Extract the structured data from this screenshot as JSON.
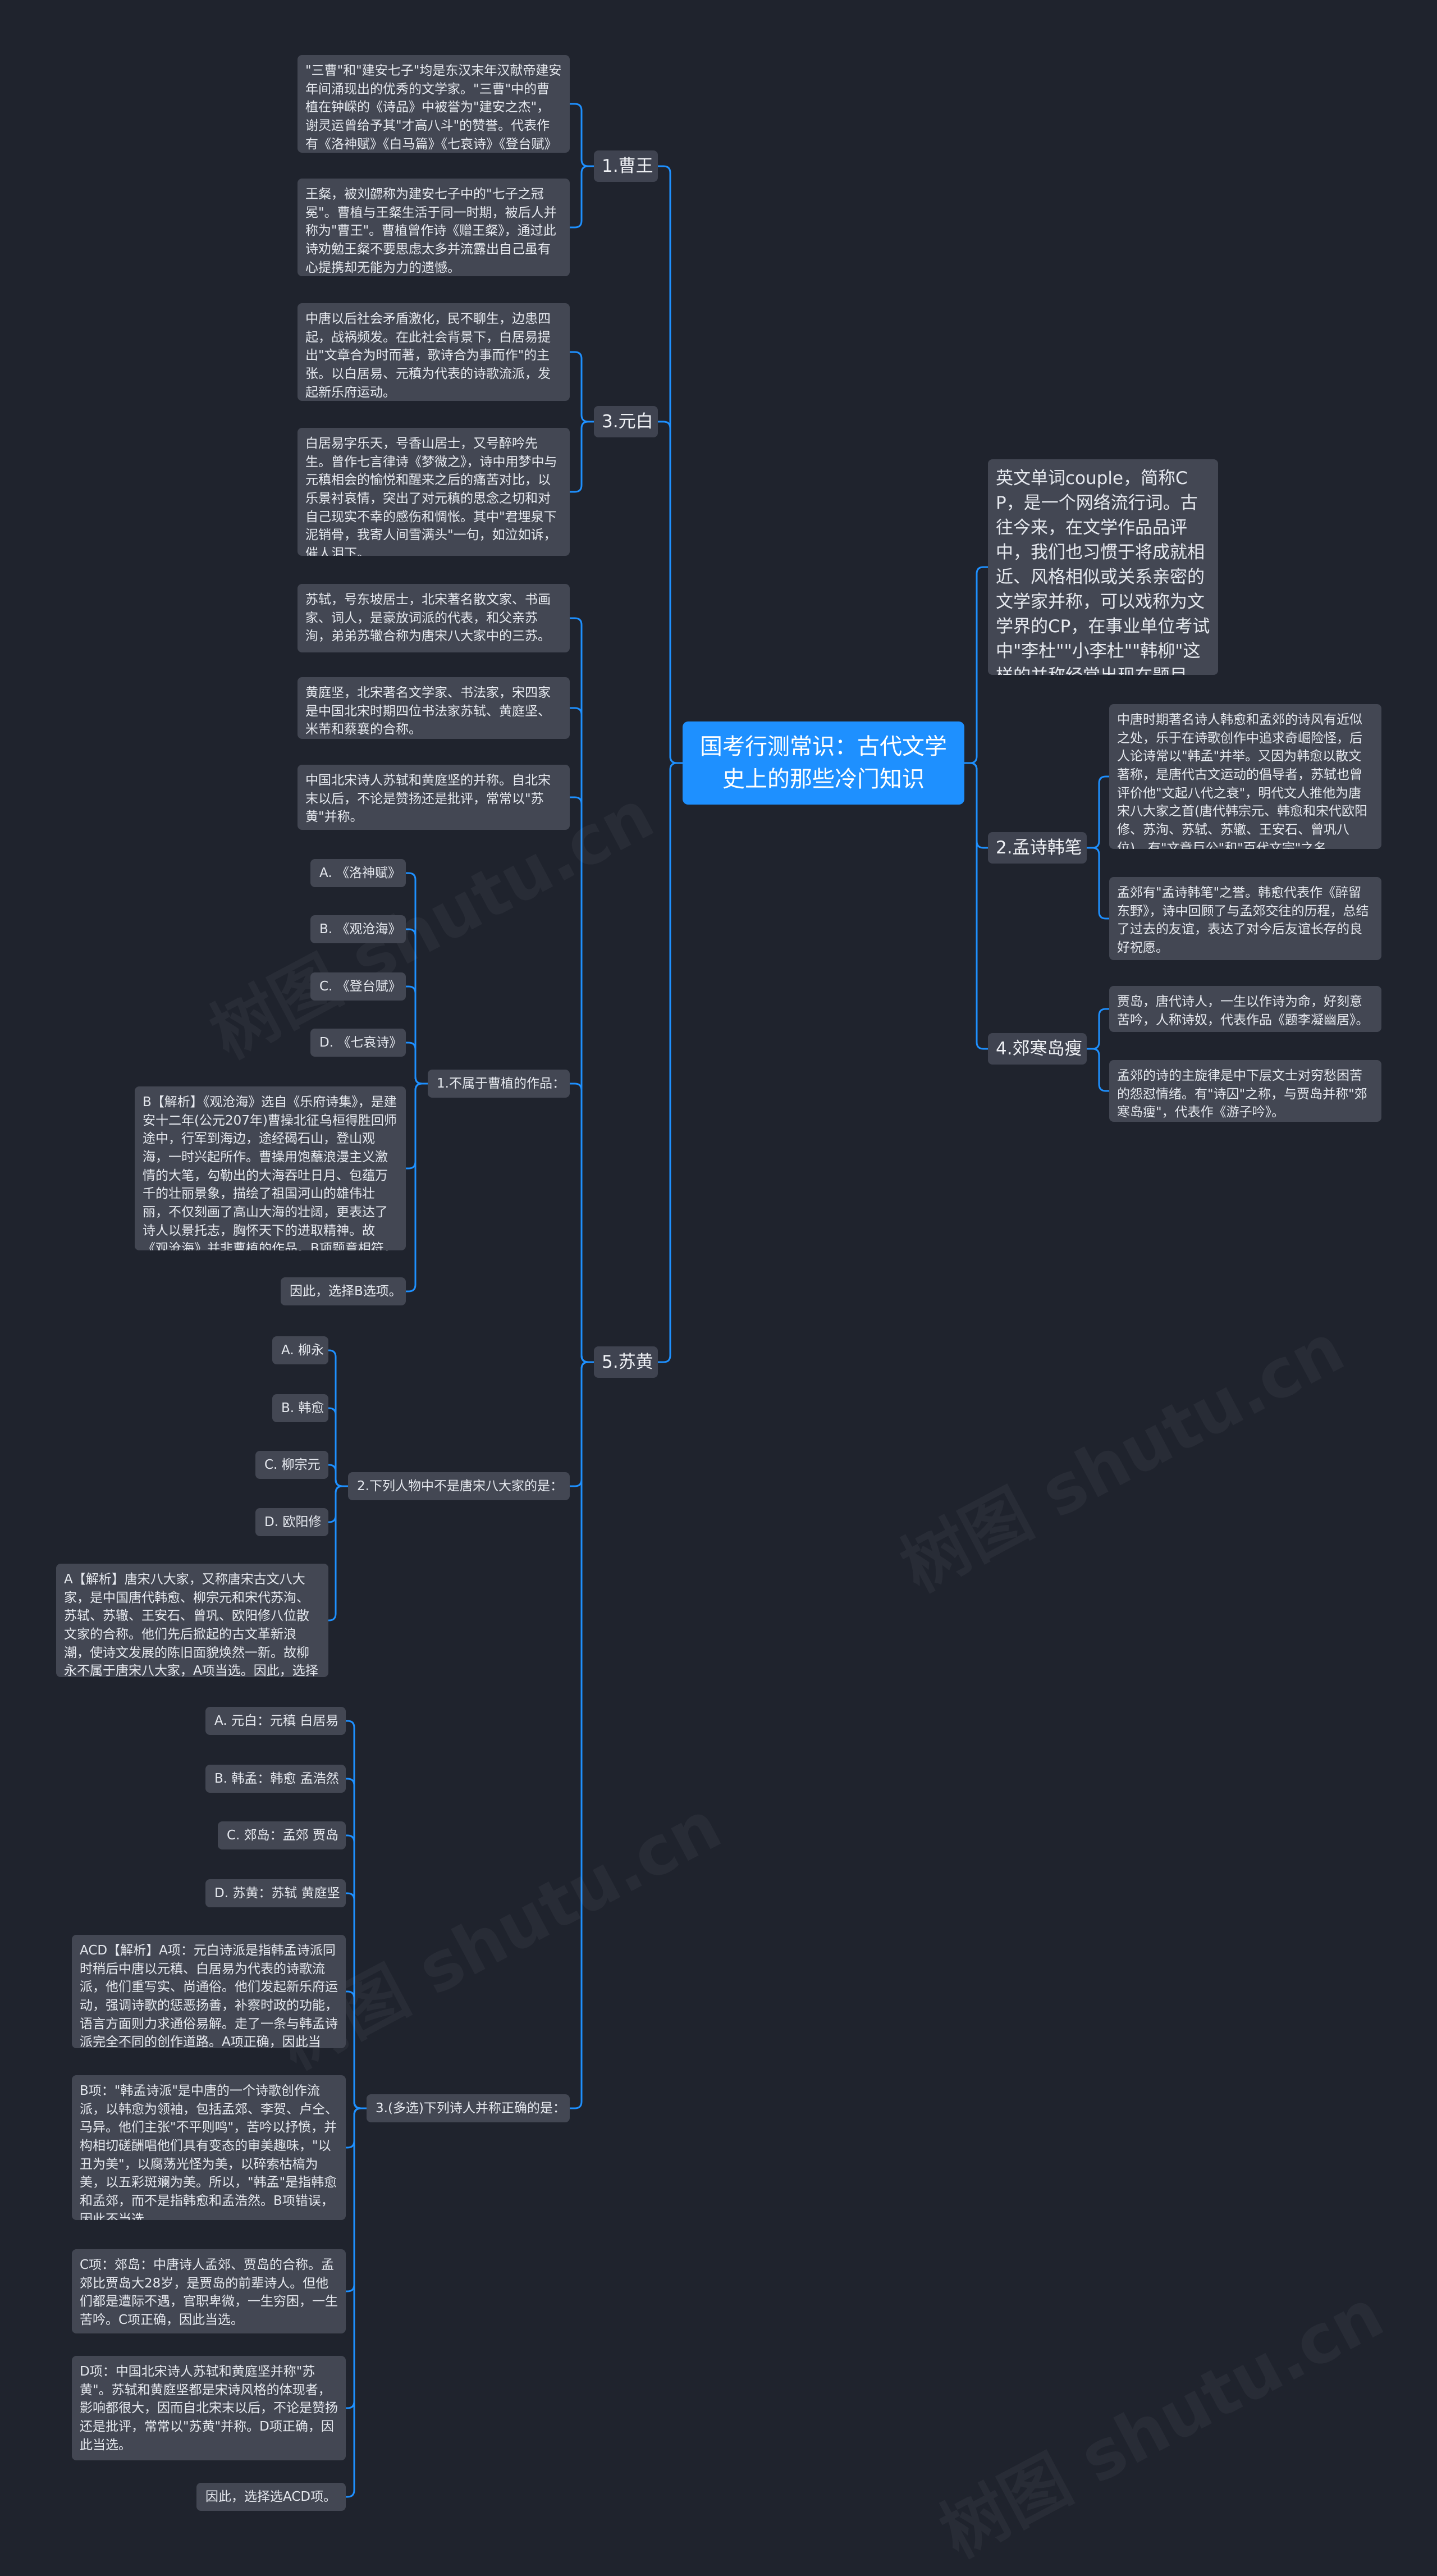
{
  "root": {
    "title": "国考行测常识：古代文学史上的那些冷门知识"
  },
  "intro": {
    "text": "英文单词couple，简称CP，是一个网络流行词。古往今来，在文学作品品评中，我们也习惯于将成就相近、风格相似或关系亲密的文学家并称，可以戏称为文学界的CP，在事业单位考试中\"李杜\"\"小李杜\"\"韩柳\"这样的并称经常出现在题目中。那我们今天就带各位考生来了解一下，文学史上的冷门CP。"
  },
  "branches": {
    "caowang": {
      "label": "1.曹王",
      "notes": [
        "\"三曹\"和\"建安七子\"均是东汉末年汉献帝建安年间涌现出的优秀的文学家。\"三曹\"中的曹植在钟嵘的《诗品》中被誉为\"建安之杰\"，谢灵运曾给予其\"才高八斗\"的赞誉。代表作有《洛神赋》《白马篇》《七哀诗》《登台赋》等。",
        "王粲，被刘勰称为建安七子中的\"七子之冠冕\"。曹植与王粲生活于同一时期，被后人并称为\"曹王\"。曹植曾作诗《赠王粲》，通过此诗劝勉王粲不要思虑太多并流露出自己虽有心提携却无能为力的遗憾。"
      ]
    },
    "yuanbai": {
      "label": "3.元白",
      "notes": [
        "中唐以后社会矛盾激化，民不聊生，边患四起，战祸频发。在此社会背景下，白居易提出\"文章合为时而著，歌诗合为事而作\"的主张。以白居易、元稹为代表的诗歌流派，发起新乐府运动。",
        "白居易字乐天，号香山居士，又号醉吟先生。曾作七言律诗《梦微之》，诗中用梦中与元稹相会的愉悦和醒来之后的痛苦对比，以乐景衬哀情，突出了对元稹的思念之切和对自己现实不幸的感伤和惆怅。其中\"君埋泉下泥销骨，我寄人间雪满头\"一句，如泣如诉，催人泪下。"
      ]
    },
    "suhuang": {
      "label": "5.苏黄",
      "notes": [
        "苏轼，号东坡居士，北宋著名散文家、书画家、词人，是豪放词派的代表，和父亲苏洵，弟弟苏辙合称为唐宋八大家中的三苏。",
        "黄庭坚，北宋著名文学家、书法家，宋四家是中国北宋时期四位书法家苏轼、黄庭坚、米芾和蔡襄的合称。",
        "中国北宋诗人苏轼和黄庭坚的并称。自北宋末以后，不论是赞扬还是批评，常常以\"苏黄\"并称。"
      ],
      "q1": {
        "label": "1.不属于曹植的作品：",
        "items": [
          "A. 《洛神赋》",
          "B. 《观沧海》",
          "C. 《登台赋》",
          "D. 《七哀诗》"
        ],
        "analysis": "B【解析】《观沧海》选自《乐府诗集》，是建安十二年(公元207年)曹操北征乌桓得胜回师途中，行军到海边，途经碣石山，登山观海，一时兴起所作。曹操用饱蘸浪漫主义激情的大笔，勾勒出的大海吞吐日月、包蕴万千的壮丽景象，描绘了祖国河山的雄伟壮丽，不仅刻画了高山大海的壮阔，更表达了诗人以景托志，胸怀天下的进取精神。故《观沧海》并非曹植的作品。B项题意相符，当选。",
        "answer": "因此，选择B选项。"
      },
      "q2": {
        "label": "2.下列人物中不是唐宋八大家的是：",
        "items": [
          "A. 柳永",
          "B. 韩愈",
          "C. 柳宗元",
          "D. 欧阳修"
        ],
        "analysis": "A【解析】唐宋八大家，又称唐宋古文八大家，是中国唐代韩愈、柳宗元和宋代苏洵、苏轼、苏辙、王安石、曾巩、欧阳修八位散文家的合称。他们先后掀起的古文革新浪潮，使诗文发展的陈旧面貌焕然一新。故柳永不属于唐宋八大家，A项当选。因此，选择A选项。"
      },
      "q3": {
        "label": "3.(多选)下列诗人并称正确的是：",
        "items": [
          "A. 元白：元稹 白居易",
          "B. 韩孟：韩愈 孟浩然",
          "C. 郊岛：孟郊 贾岛",
          "D. 苏黄：苏轼 黄庭坚"
        ],
        "analysis": [
          "ACD【解析】A项：元白诗派是指韩孟诗派同时稍后中唐以元稹、白居易为代表的诗歌流派，他们重写实、尚通俗。他们发起新乐府运动，强调诗歌的惩恶扬善，补察时政的功能，语言方面则力求通俗易解。走了一条与韩孟诗派完全不同的创作道路。A项正确，因此当选。",
          "B项：\"韩孟诗派\"是中唐的一个诗歌创作流派，以韩愈为领袖，包括孟郊、李贺、卢仝、马异。他们主张\"不平则鸣\"，苦吟以抒愤，并构相切磋酬唱他们具有变态的审美趣味，\"以丑为美\"，以腐荡光怪为美，以碎索枯槁为美，以五彩斑斓为美。所以，\"韩孟\"是指韩愈和孟郊，而不是指韩愈和孟浩然。B项错误，因此不当选。",
          "C项：郊岛：中唐诗人孟郊、贾岛的合称。孟郊比贾岛大28岁，是贾岛的前辈诗人。但他们都是遭际不遇，官职卑微，一生穷困，一生苦吟。C项正确，因此当选。",
          "D项：中国北宋诗人苏轼和黄庭坚并称\"苏黄\"。苏轼和黄庭坚都是宋诗风格的体现者，影响都很大，因而自北宋末以后，不论是赞扬还是批评，常常以\"苏黄\"并称。D项正确，因此当选。"
        ],
        "answer": "因此，选择选ACD项。"
      }
    },
    "menghan": {
      "label": "2.孟诗韩笔",
      "notes": [
        "中唐时期著名诗人韩愈和孟郊的诗风有近似之处，乐于在诗歌创作中追求奇崛险怪，后人论诗常以\"韩孟\"并举。又因为韩愈以散文著称，是唐代古文运动的倡导者，苏轼也曾评价他\"文起八代之衰\"，明代文人推他为唐宋八大家之首(唐代韩宗元、韩愈和宋代欧阳修、苏洵、苏轼、苏辙、王安石、曾巩八位)，有\"文章巨公\"和\"百代文宗\"之名。",
        "孟郊有\"孟诗韩笔\"之誉。韩愈代表作《醉留东野》，诗中回顾了与孟郊交往的历程，总结了过去的友谊，表达了对今后友谊长存的良好祝愿。"
      ]
    },
    "jiaohan": {
      "label": "4.郊寒岛瘦",
      "notes": [
        "贾岛，唐代诗人，一生以作诗为命，好刻意苦吟，人称诗奴，代表作品《题李凝幽居》。",
        "孟郊的诗的主旋律是中下层文士对穷愁困苦的怨怼情绪。有\"诗囚\"之称，与贾岛并称\"郊寒岛瘦\"，代表作《游子吟》。"
      ]
    }
  },
  "watermark": "树图 shutu.cn"
}
